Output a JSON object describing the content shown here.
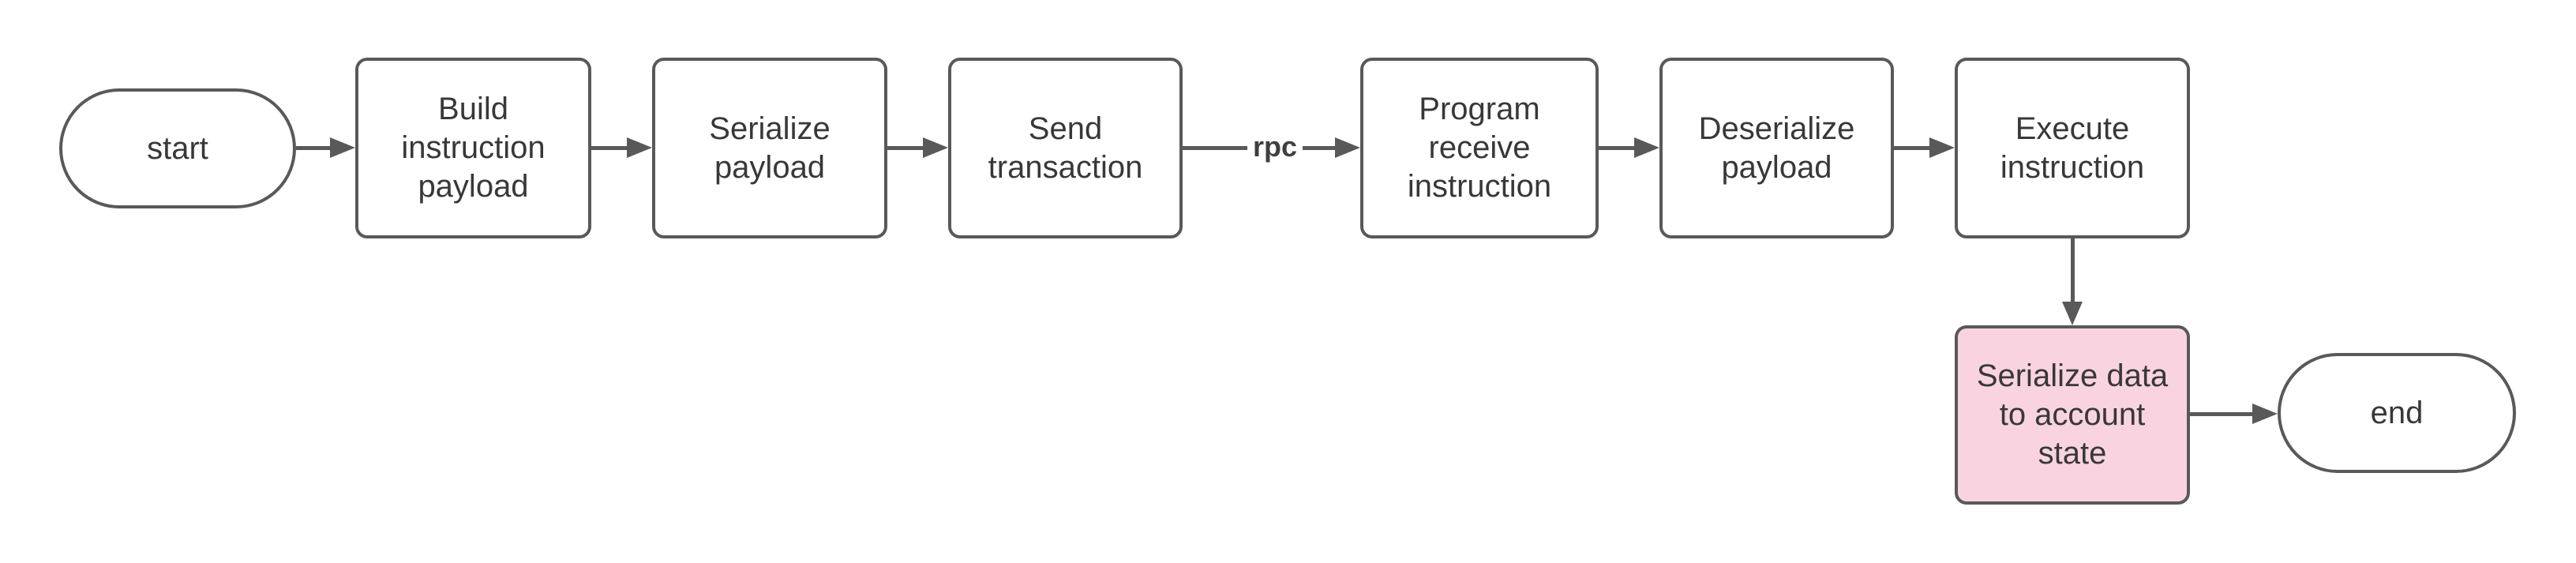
{
  "diagram": {
    "type": "flowchart",
    "direction": "left-to-right"
  },
  "colors": {
    "node_border": "#595959",
    "connector": "#595959",
    "text": "#383838",
    "node_fill_default": "#ffffff",
    "node_fill_highlight": "#f9d4e0",
    "background": "#ffffff"
  },
  "nodes": {
    "start": {
      "label": "start",
      "shape": "terminator",
      "fill": "#ffffff"
    },
    "build_instruction_payload": {
      "label": "Build instruction payload",
      "shape": "process",
      "fill": "#ffffff"
    },
    "serialize_payload": {
      "label": "Serialize payload",
      "shape": "process",
      "fill": "#ffffff"
    },
    "send_transaction": {
      "label": "Send transaction",
      "shape": "process",
      "fill": "#ffffff"
    },
    "program_receive_instruction": {
      "label": "Program receive instruction",
      "shape": "process",
      "fill": "#ffffff"
    },
    "deserialize_payload": {
      "label": "Deserialize payload",
      "shape": "process",
      "fill": "#ffffff"
    },
    "execute_instruction": {
      "label": "Execute instruction",
      "shape": "process",
      "fill": "#ffffff"
    },
    "serialize_data_to_account_state": {
      "label": "Serialize data to account state",
      "shape": "process",
      "fill": "#f9d4e0"
    },
    "end": {
      "label": "end",
      "shape": "terminator",
      "fill": "#ffffff"
    }
  },
  "edges": [
    {
      "from": "start",
      "to": "build_instruction_payload",
      "label": ""
    },
    {
      "from": "build_instruction_payload",
      "to": "serialize_payload",
      "label": ""
    },
    {
      "from": "serialize_payload",
      "to": "send_transaction",
      "label": ""
    },
    {
      "from": "send_transaction",
      "to": "program_receive_instruction",
      "label": "rpc"
    },
    {
      "from": "program_receive_instruction",
      "to": "deserialize_payload",
      "label": ""
    },
    {
      "from": "deserialize_payload",
      "to": "execute_instruction",
      "label": ""
    },
    {
      "from": "execute_instruction",
      "to": "serialize_data_to_account_state",
      "label": ""
    },
    {
      "from": "serialize_data_to_account_state",
      "to": "end",
      "label": ""
    }
  ]
}
